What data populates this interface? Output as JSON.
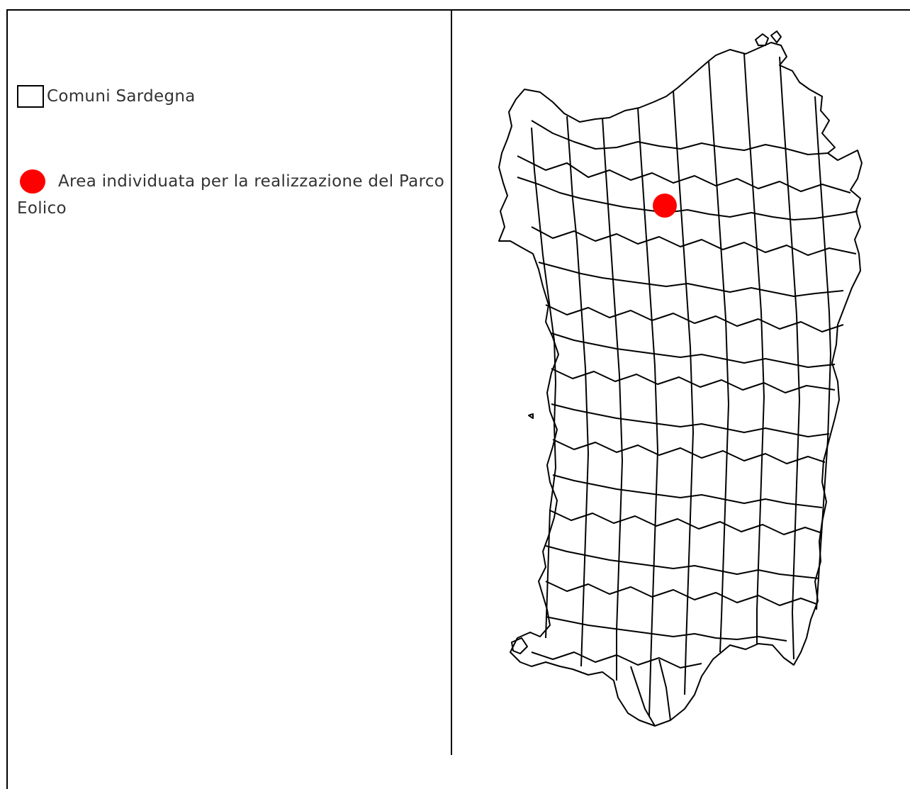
{
  "legend": {
    "comuni_label": "Comuni Sardegna",
    "area_label_line1": "Area individuata per la realizzazione del Parco",
    "area_label_line2": "Eolico"
  },
  "colors": {
    "boundary": "#000000",
    "marker": "#ff0000"
  },
  "map": {
    "region": "Sardegna",
    "marker_icon": "red-circle"
  }
}
